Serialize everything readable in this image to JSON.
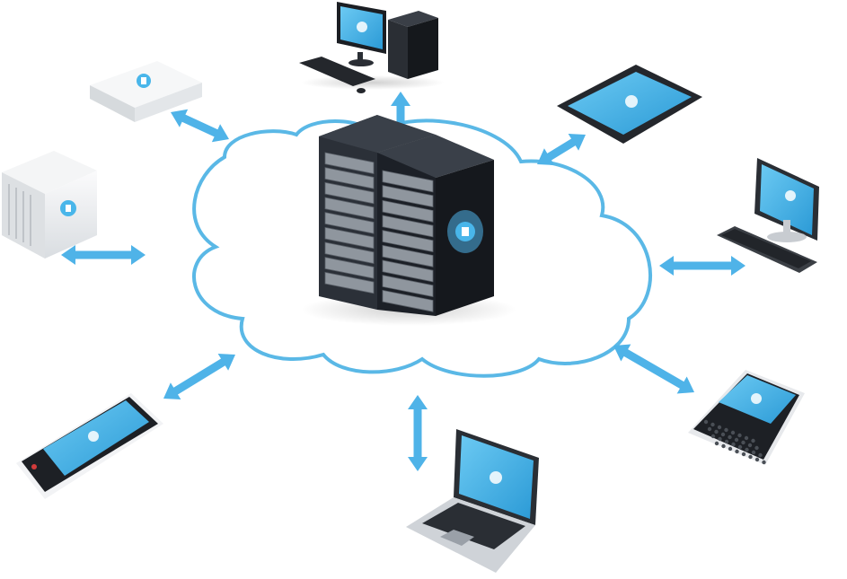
{
  "diagram": {
    "colors": {
      "accent": "#4fb3e8",
      "accent_dark": "#2a8fcb",
      "cloud_stroke": "#5ab8e6",
      "screen": "#49b6ea",
      "server_body": "#1e232b",
      "server_side": "#2b313a",
      "device_white": "#eef0f2",
      "device_gray": "#c9ced4",
      "dark": "#1a1d22"
    },
    "center": {
      "name": "server-rack",
      "icon": "server-rack-icon"
    },
    "nodes": [
      {
        "name": "desktop-tower-top",
        "icon": "desktop-computer-icon"
      },
      {
        "name": "tablet",
        "icon": "tablet-icon"
      },
      {
        "name": "desktop-monitor-right",
        "icon": "monitor-keyboard-icon"
      },
      {
        "name": "smartphone-qwerty",
        "icon": "qwerty-phone-icon"
      },
      {
        "name": "laptop",
        "icon": "laptop-icon"
      },
      {
        "name": "smartphone-touch",
        "icon": "touch-phone-icon"
      },
      {
        "name": "storage-tower",
        "icon": "storage-box-icon"
      },
      {
        "name": "network-appliance",
        "icon": "network-appliance-icon"
      }
    ],
    "connections": [
      {
        "from": "server-rack",
        "to": "desktop-tower-top",
        "direction": "one-way"
      },
      {
        "from": "server-rack",
        "to": "tablet",
        "direction": "two-way"
      },
      {
        "from": "server-rack",
        "to": "desktop-monitor-right",
        "direction": "two-way"
      },
      {
        "from": "server-rack",
        "to": "smartphone-qwerty",
        "direction": "two-way"
      },
      {
        "from": "server-rack",
        "to": "laptop",
        "direction": "two-way"
      },
      {
        "from": "server-rack",
        "to": "smartphone-touch",
        "direction": "two-way"
      },
      {
        "from": "server-rack",
        "to": "storage-tower",
        "direction": "two-way"
      },
      {
        "from": "server-rack",
        "to": "network-appliance",
        "direction": "two-way"
      }
    ]
  }
}
